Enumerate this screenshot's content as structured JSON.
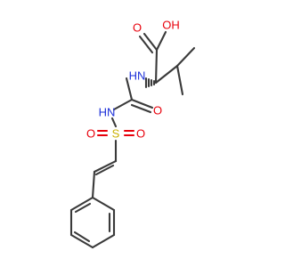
{
  "molecule": {
    "atoms": {
      "oh": "OH",
      "o_acid": "O",
      "nh_alpha": "HN",
      "nh_sulfonyl": "HN",
      "o_urea": "O",
      "o_s_left": "O",
      "s": "S",
      "o_s_right": "O"
    },
    "colors": {
      "carbon_bond": "#3a3a3a",
      "oxygen": "#e8000b",
      "nitrogen": "#1a2ed8",
      "sulfur": "#c9b000"
    }
  }
}
